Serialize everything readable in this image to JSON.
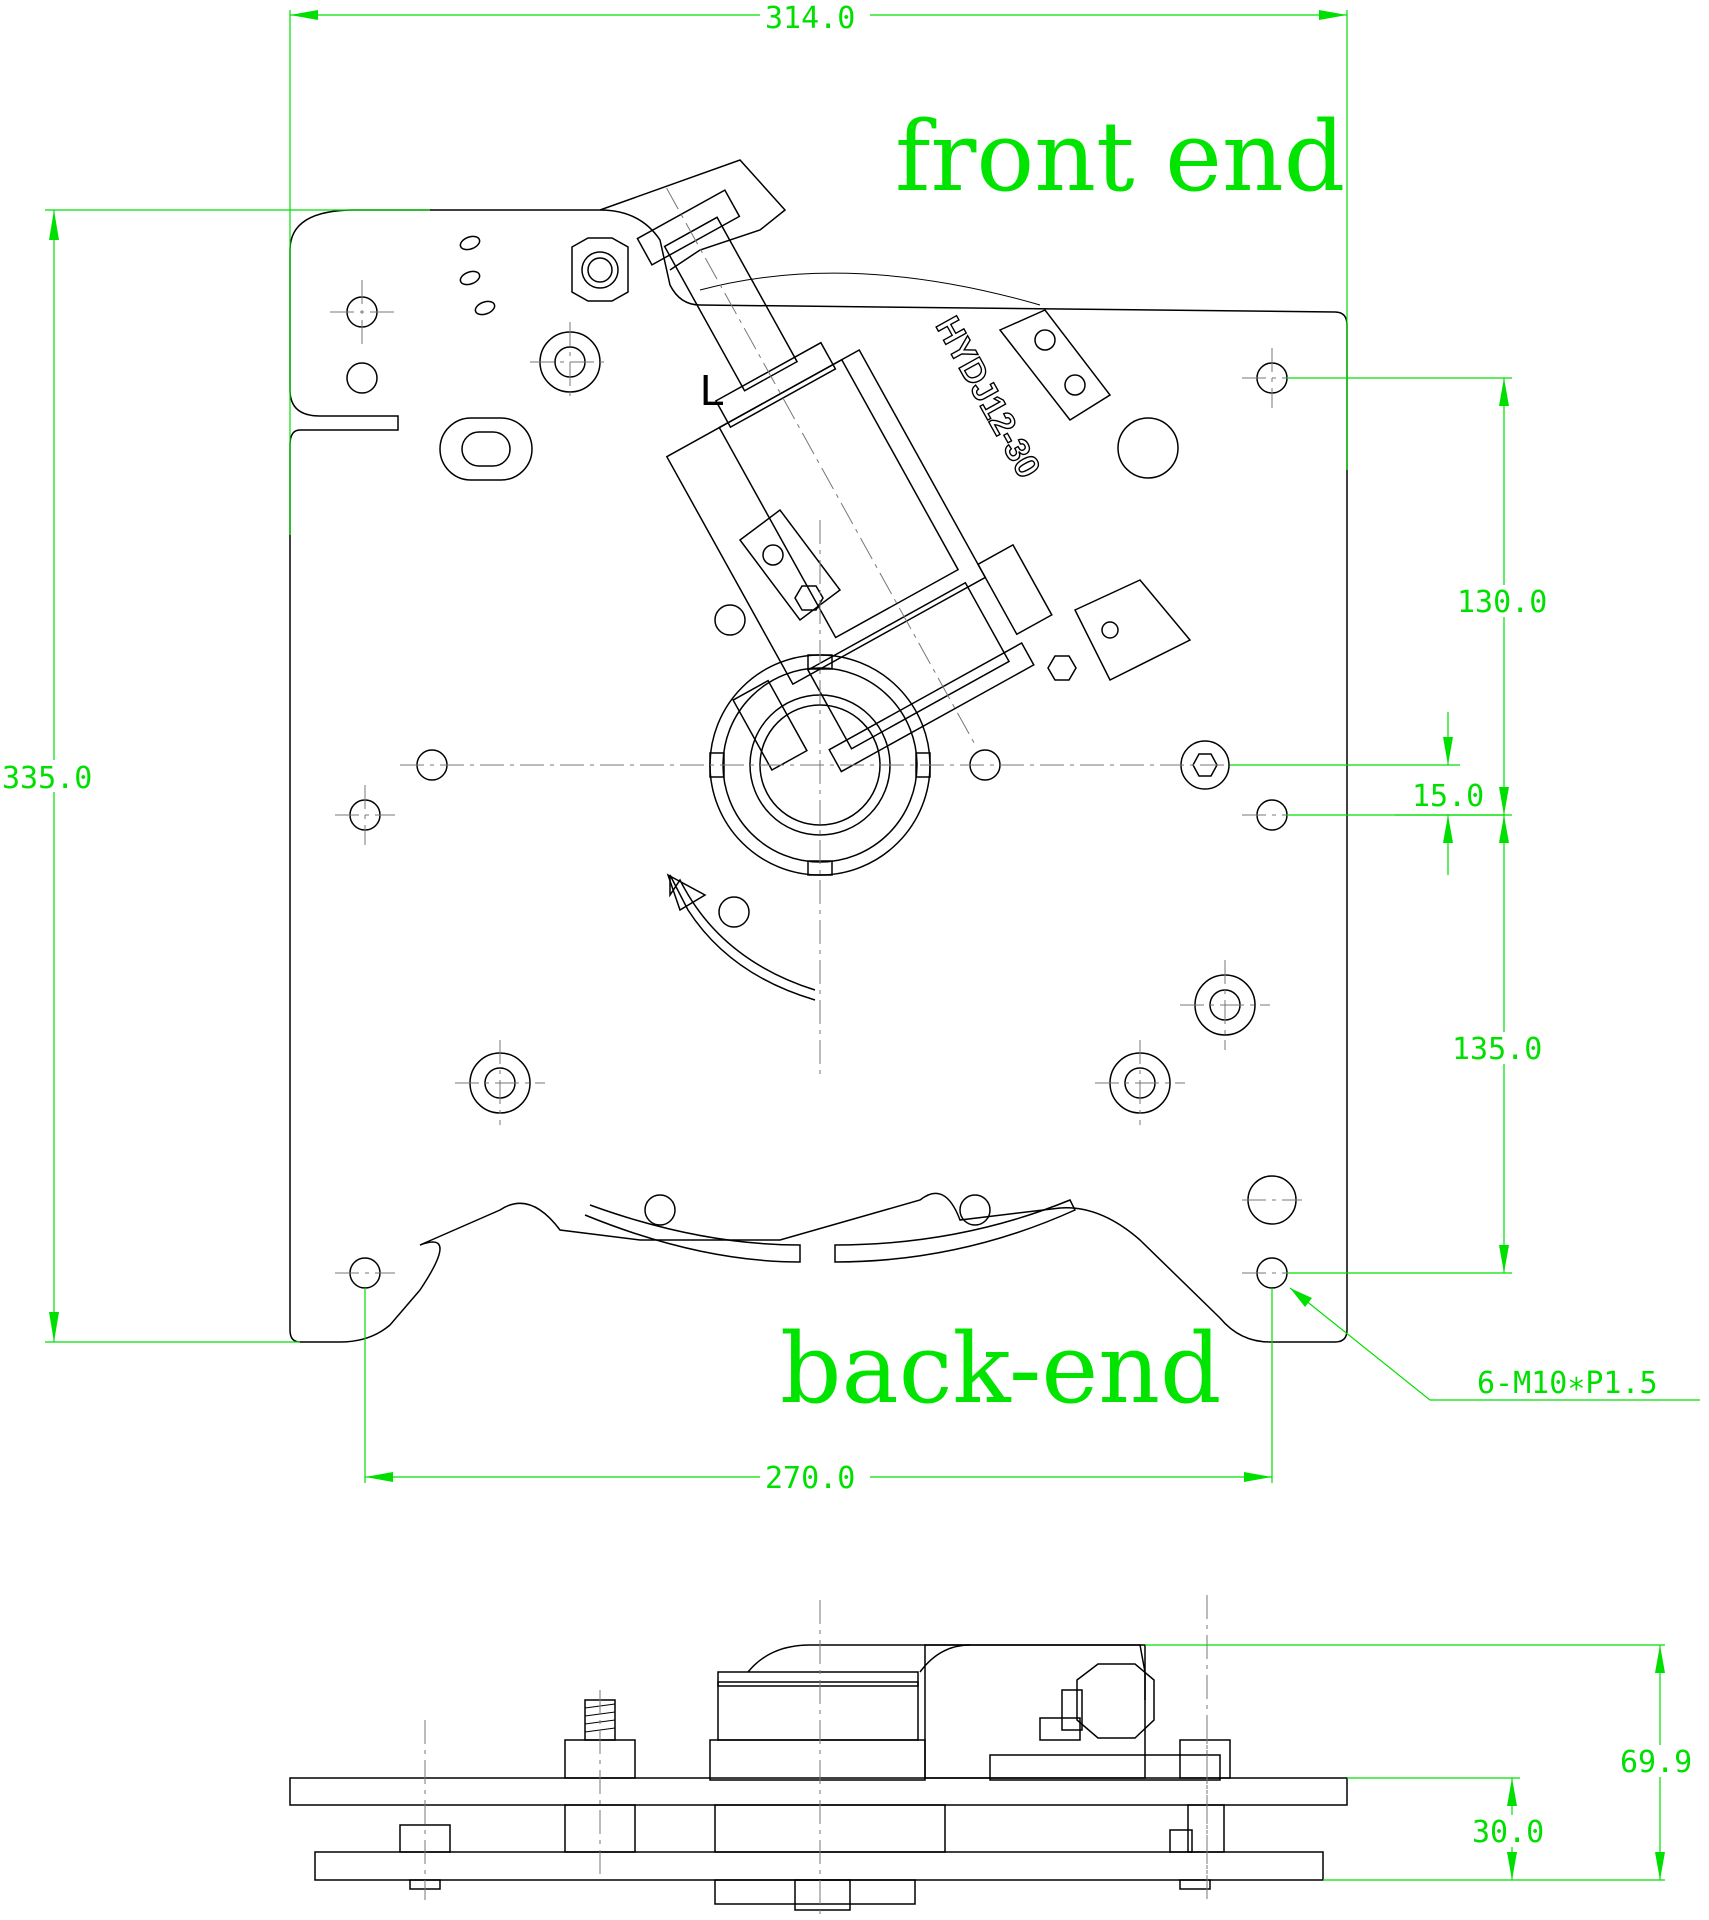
{
  "labels": {
    "front": "front end",
    "back": "back-end",
    "cylinder_model": "HYDJ12-30",
    "side_mark": "L",
    "thread_callout": "6-M10∗P1.5"
  },
  "dimensions": {
    "overall_width": "314.0",
    "overall_height": "335.0",
    "hole_spacing_top": "130.0",
    "center_offset": "15.0",
    "hole_spacing_bottom": "135.0",
    "hole_span_width": "270.0",
    "total_height_side": "69.9",
    "plate_gap_side": "30.0"
  },
  "colors": {
    "dimension": "#00e000",
    "drawing": "#000000",
    "centerline": "#777777"
  }
}
